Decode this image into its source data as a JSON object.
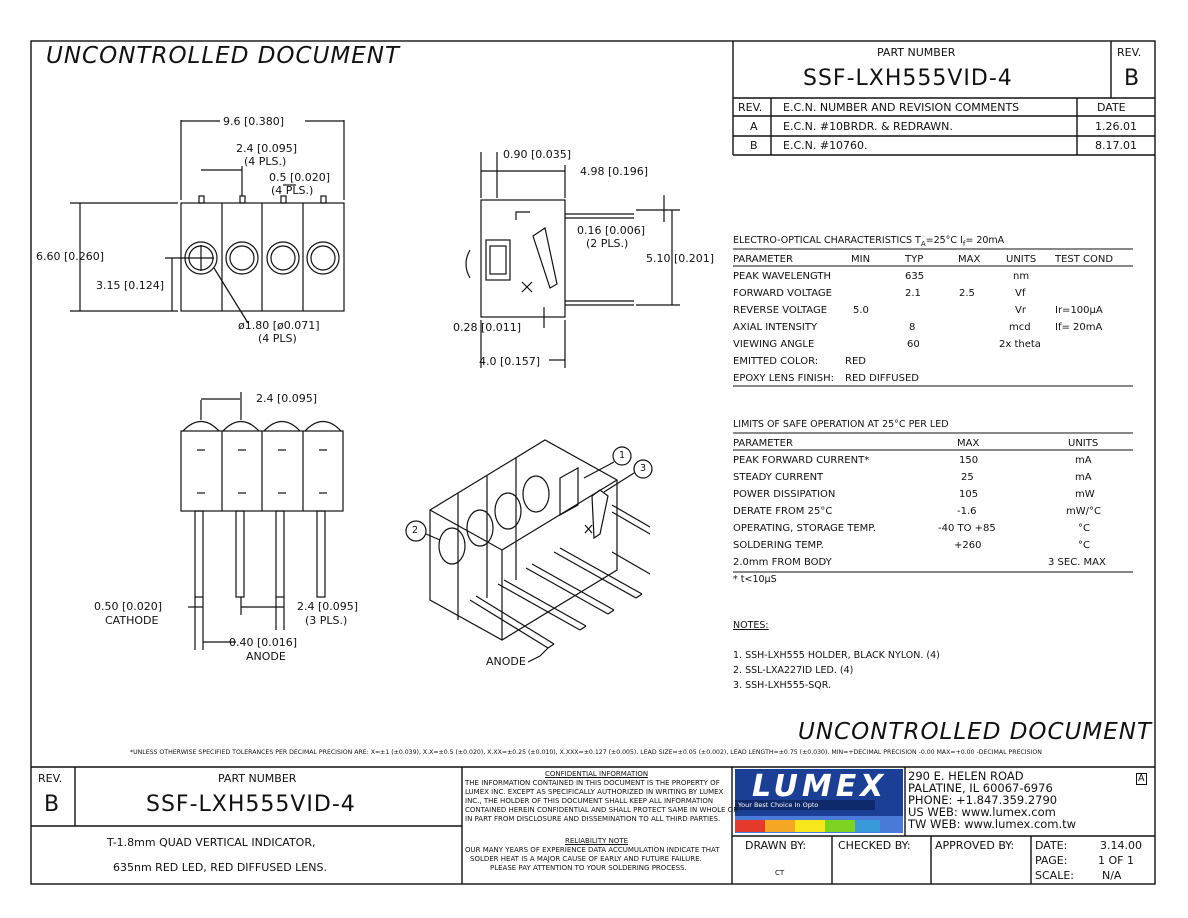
{
  "stamp_top": "UNCONTROLLED  DOCUMENT",
  "stamp_bottom": "UNCONTROLLED  DOCUMENT",
  "header": {
    "part_number_label": "PART NUMBER",
    "part_number": "SSF-LXH555VID-4",
    "rev_label": "REV.",
    "rev": "B"
  },
  "revisions": {
    "headers": [
      "REV.",
      "E.C.N. NUMBER AND REVISION COMMENTS",
      "DATE"
    ],
    "rows": [
      {
        "rev": "A",
        "comment": "E.C.N. #10BRDR. & REDRAWN.",
        "date": "1.26.01"
      },
      {
        "rev": "B",
        "comment": "E.C.N. #10760.",
        "date": "8.17.01"
      }
    ]
  },
  "electro_optical": {
    "title": "ELECTRO-OPTICAL CHARACTERISTICS T",
    "title_sub": "A",
    "title_rest": "=25°C      I",
    "title_sub2": "f",
    "title_rest2": "= 20mA",
    "headers": [
      "PARAMETER",
      "MIN",
      "TYP",
      "MAX",
      "UNITS",
      "TEST COND"
    ],
    "rows": [
      [
        "PEAK WAVELENGTH",
        "",
        "635",
        "",
        "nm",
        ""
      ],
      [
        "FORWARD VOLTAGE",
        "",
        "2.1",
        "2.5",
        "Vf",
        ""
      ],
      [
        "REVERSE VOLTAGE",
        "5.0",
        "",
        "",
        "Vr",
        "Ir=100µA"
      ],
      [
        "AXIAL INTENSITY",
        "",
        "8",
        "",
        "mcd",
        "If= 20mA"
      ],
      [
        "VIEWING ANGLE",
        "",
        "60",
        "",
        "2x theta",
        ""
      ]
    ],
    "emitted_color_label": "EMITTED COLOR:",
    "emitted_color": "RED",
    "lens_label": "EPOXY LENS FINISH:",
    "lens": "RED DIFFUSED"
  },
  "limits": {
    "title": "LIMITS OF SAFE OPERATION AT 25°C  PER LED",
    "headers": [
      "PARAMETER",
      "MAX",
      "UNITS"
    ],
    "rows": [
      [
        "PEAK FORWARD CURRENT*",
        "150",
        "mA"
      ],
      [
        "STEADY CURRENT",
        "25",
        "mA"
      ],
      [
        "POWER DISSIPATION",
        "105",
        "mW"
      ],
      [
        "DERATE FROM 25°C",
        "-1.6",
        "mW/°C"
      ],
      [
        "OPERATING, STORAGE TEMP.",
        "-40 TO +85",
        "°C"
      ],
      [
        "SOLDERING TEMP.",
        "+260",
        "°C"
      ],
      [
        "2.0mm FROM BODY",
        "",
        "3 SEC. MAX"
      ]
    ],
    "footnote": "* t<10µS"
  },
  "notes": {
    "title": "NOTES:",
    "items": [
      "1. SSH-LXH555 HOLDER, BLACK NYLON. (4)",
      "2. SSL-LXA227ID LED. (4)",
      "3. SSH-LXH555-SQR."
    ]
  },
  "dimensions": {
    "d1": "9.6 [0.380]",
    "d2": "2.4 [0.095]",
    "d2b": "(4 PLS.)",
    "d3": "0.5 [0.020]",
    "d3b": "(4 PLS.)",
    "d4": "6.60 [0.260]",
    "d5": "3.15 [0.124]",
    "d6": "ø1.80 [ø0.071]",
    "d6b": "(4 PLS)",
    "d7": "0.90 [0.035]",
    "d8": "4.98 [0.196]",
    "d9": "0.16 [0.006]",
    "d9b": "(2 PLS.)",
    "d10": "5.10 [0.201]",
    "d11": "0.28 [0.011]",
    "d12": "4.0 [0.157]",
    "d13": "2.4 [0.095]",
    "d14": "0.50 [0.020]",
    "d14b": "CATHODE",
    "d15": "2.4 [0.095]",
    "d15b": "(3 PLS.)",
    "d16": "0.40 [0.016]",
    "d16b": "ANODE",
    "anode_iso": "ANODE",
    "callouts": [
      "1",
      "2",
      "3"
    ]
  },
  "tolerance_note": "*UNLESS OTHERWISE SPECIFIED TOLERANCES PER DECIMAL PRECISION ARE: X=±1 (±0.039), X.X=±0.5 (±0.020), X.XX=±0.25 (±0.010), X.XXX=±0.127 (±0.005).  LEAD SIZE=±0.05 (±0.002), LEAD LENGTH=±0.75 (±0.030).  MIN=+DECIMAL PRECISION -0.00  MAX=+0.00 -DECIMAL PRECISION",
  "title_block": {
    "rev_label": "REV.",
    "rev": "B",
    "part_number_label": "PART NUMBER",
    "part_number": "SSF-LXH555VID-4",
    "description_line1": "T-1.8mm QUAD VERTICAL INDICATOR,",
    "description_line2": "635nm RED LED, RED DIFFUSED LENS.",
    "confidential_title": "CONFIDENTIAL INFORMATION",
    "confidential_text": [
      "THE INFORMATION CONTAINED IN THIS DOCUMENT IS THE PROPERTY OF",
      "LUMEX INC.  EXCEPT AS SPECIFICALLY AUTHORIZED IN WRITING BY LUMEX",
      "INC., THE HOLDER OF THIS DOCUMENT SHALL KEEP ALL INFORMATION",
      "CONTAINED HEREIN CONFIDENTIAL AND SHALL PROTECT SAME IN WHOLE OR",
      "IN PART FROM DISCLOSURE AND DISSEMINATION TO ALL THIRD PARTIES."
    ],
    "reliability_title": "RELIABILITY NOTE",
    "reliability_text": [
      "OUR MANY YEARS OF EXPERIENCE DATA ACCUMULATION INDICATE THAT",
      "SOLDER HEAT IS A MAJOR CAUSE OF EARLY AND FUTURE FAILURE.",
      "PLEASE PAY ATTENTION TO YOUR SOLDERING PROCESS."
    ],
    "logo_text": "LUMEX",
    "logo_tagline": "Your Best Choice In Opto",
    "address": [
      "290 E. HELEN ROAD",
      "PALATINE, IL  60067-6976",
      "PHONE: +1.847.359.2790",
      "US WEB: www.lumex.com",
      "TW WEB: www.lumex.com.tw"
    ],
    "drawn_by_label": "DRAWN BY:",
    "drawn_by": "CT",
    "checked_by_label": "CHECKED BY:",
    "approved_by_label": "APPROVED BY:",
    "date_label": "DATE:",
    "date": "3.14.00",
    "page_label": "PAGE:",
    "page": "1 OF 1",
    "scale_label": "SCALE:",
    "scale": "N/A",
    "size_code": "A"
  }
}
